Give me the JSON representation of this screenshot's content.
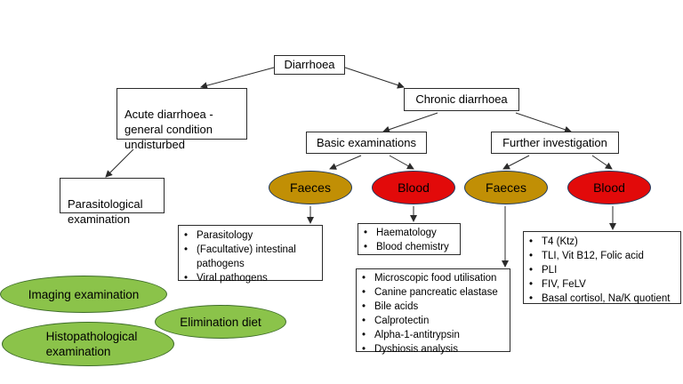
{
  "nodes": {
    "diarrhoea": "Diarrhoea",
    "acute": "Acute diarrhoea -\ngeneral condition\nundisturbed",
    "chronic": "Chronic diarrhoea",
    "parasitological": "Parasitological\nexamination",
    "basic": "Basic examinations",
    "further": "Further investigation",
    "basic_faeces": "Faeces",
    "basic_blood": "Blood",
    "further_faeces": "Faeces",
    "further_blood": "Blood"
  },
  "lists": {
    "basic_faeces": [
      "Parasitology",
      "(Facultative) intestinal\npathogens",
      "Viral pathogens"
    ],
    "basic_blood": [
      "Haematology",
      "Blood chemistry"
    ],
    "further_faeces": [
      "Microscopic food utilisation",
      "Canine pancreatic elastase",
      "Bile acids",
      "Calprotectin",
      "Alpha-1-antitrypsin",
      "Dysbiosis analysis"
    ],
    "further_blood": [
      "T4 (Ktz)",
      "TLI, Vit B12, Folic acid",
      "PLI",
      "FIV, FeLV",
      "Basal cortisol, Na/K quotient"
    ]
  },
  "other": {
    "imaging": "Imaging examination",
    "elimination": "Elimination diet",
    "histopathology": "Histopathological\nexamination"
  },
  "colors": {
    "faeces": "#c18f05",
    "blood": "#e20a0a",
    "green": "#8bc34a"
  }
}
